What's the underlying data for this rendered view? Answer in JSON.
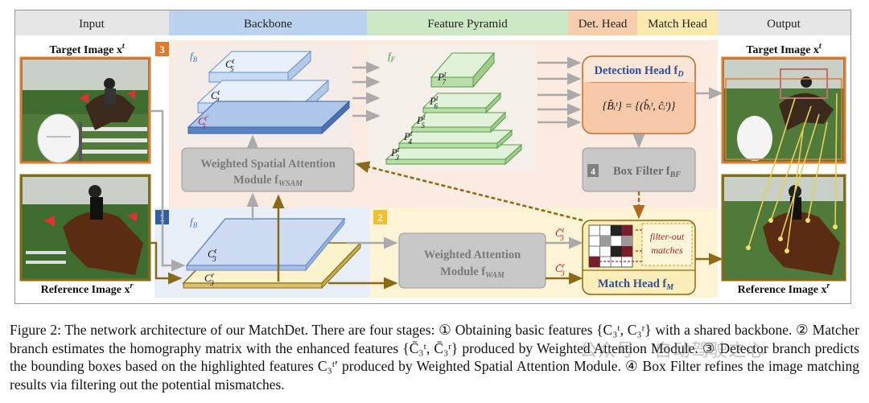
{
  "headers": {
    "input": "Input",
    "backbone": "Backbone",
    "feature_pyramid": "Feature Pyramid",
    "det_head": "Det. Head",
    "match_head": "Match Head",
    "output": "Output"
  },
  "images": {
    "target_label": "Target Image x",
    "target_sup": "t",
    "reference_label": "Reference Image x",
    "reference_sup": "r"
  },
  "stages": {
    "s1": "1",
    "s2": "2",
    "s3": "3",
    "s4": "4"
  },
  "backbone_top": {
    "fb": "f",
    "fb_sub": "B",
    "c5": "C",
    "c5_sup": "t",
    "c5_sub": "5",
    "c4": "C",
    "c4_sup": "t",
    "c4_sub": "4",
    "c3": "C",
    "c3_sup": "t′",
    "c3_sub": "3"
  },
  "backbone_bottom": {
    "fb": "f",
    "fb_sub": "B",
    "c3t": "C",
    "c3t_sup": "t",
    "c3t_sub": "3",
    "c3r": "C",
    "c3r_sup": "r",
    "c3r_sub": "3"
  },
  "pyramid": {
    "ff": "f",
    "ff_sub": "F",
    "levels": [
      {
        "sub": "7"
      },
      {
        "sub": "6"
      },
      {
        "sub": "5"
      },
      {
        "sub": "4"
      },
      {
        "sub": "3"
      }
    ],
    "p": "P",
    "p_sup": "t"
  },
  "wsam": {
    "line1": "Weighted Spatial Attention",
    "line2": "Module f",
    "sub": "WSAM"
  },
  "wam": {
    "line1": "Weighted Attention",
    "line2": "Module f",
    "sub": "WAM"
  },
  "detection_head": {
    "title": "Detection Head f",
    "sub": "D",
    "formula": "{B̂ᵢᵗ} = {(b̂ᵢᵗ, ĉᵢᵗ)}"
  },
  "box_filter": {
    "title": "Box Filter f",
    "sub": "BF"
  },
  "match_head": {
    "title": "Match Head f",
    "sub": "M",
    "filter_line1": "filter-out",
    "filter_line2": "matches",
    "in_t": "C̄",
    "in_t_sup": "t",
    "in_t_sub": "3",
    "in_r": "C̄",
    "in_r_sup": "r",
    "in_r_sub": "3"
  },
  "caption": {
    "text": "Figure 2: The network architecture of our MatchDet. There are four stages: ① Obtaining basic features {C₃ᵗ, C₃ʳ} with a shared backbone. ② Matcher branch estimates the homography matrix with the enhanced features {C̄₃ᵗ, C̄₃ʳ} produced by Weighted Attention Module. ③ Detector branch predicts the bounding boxes based on the highlighted features C₃ᵗ′ produced by Weighted Spatial Attention Module. ④ Box Filter refines the image matching results via filtering out the potential mismatches."
  },
  "watermark": "公众号 · 自动驾驶之心",
  "colors": {
    "input_header": "#e6e6e6",
    "backbone_header": "#bcd3ef",
    "pyramid_header": "#cde8c4",
    "det_header": "#f8cfae",
    "match_header": "#fbeab0",
    "output_header": "#e6e6e6",
    "stage1": "#2f5da8",
    "stage2": "#f0c030",
    "stage3": "#e07a30",
    "stage4": "#808080",
    "brown": "#8a6a14",
    "detection": "#f7c9a8",
    "matchhead": "#fbeeb8"
  }
}
